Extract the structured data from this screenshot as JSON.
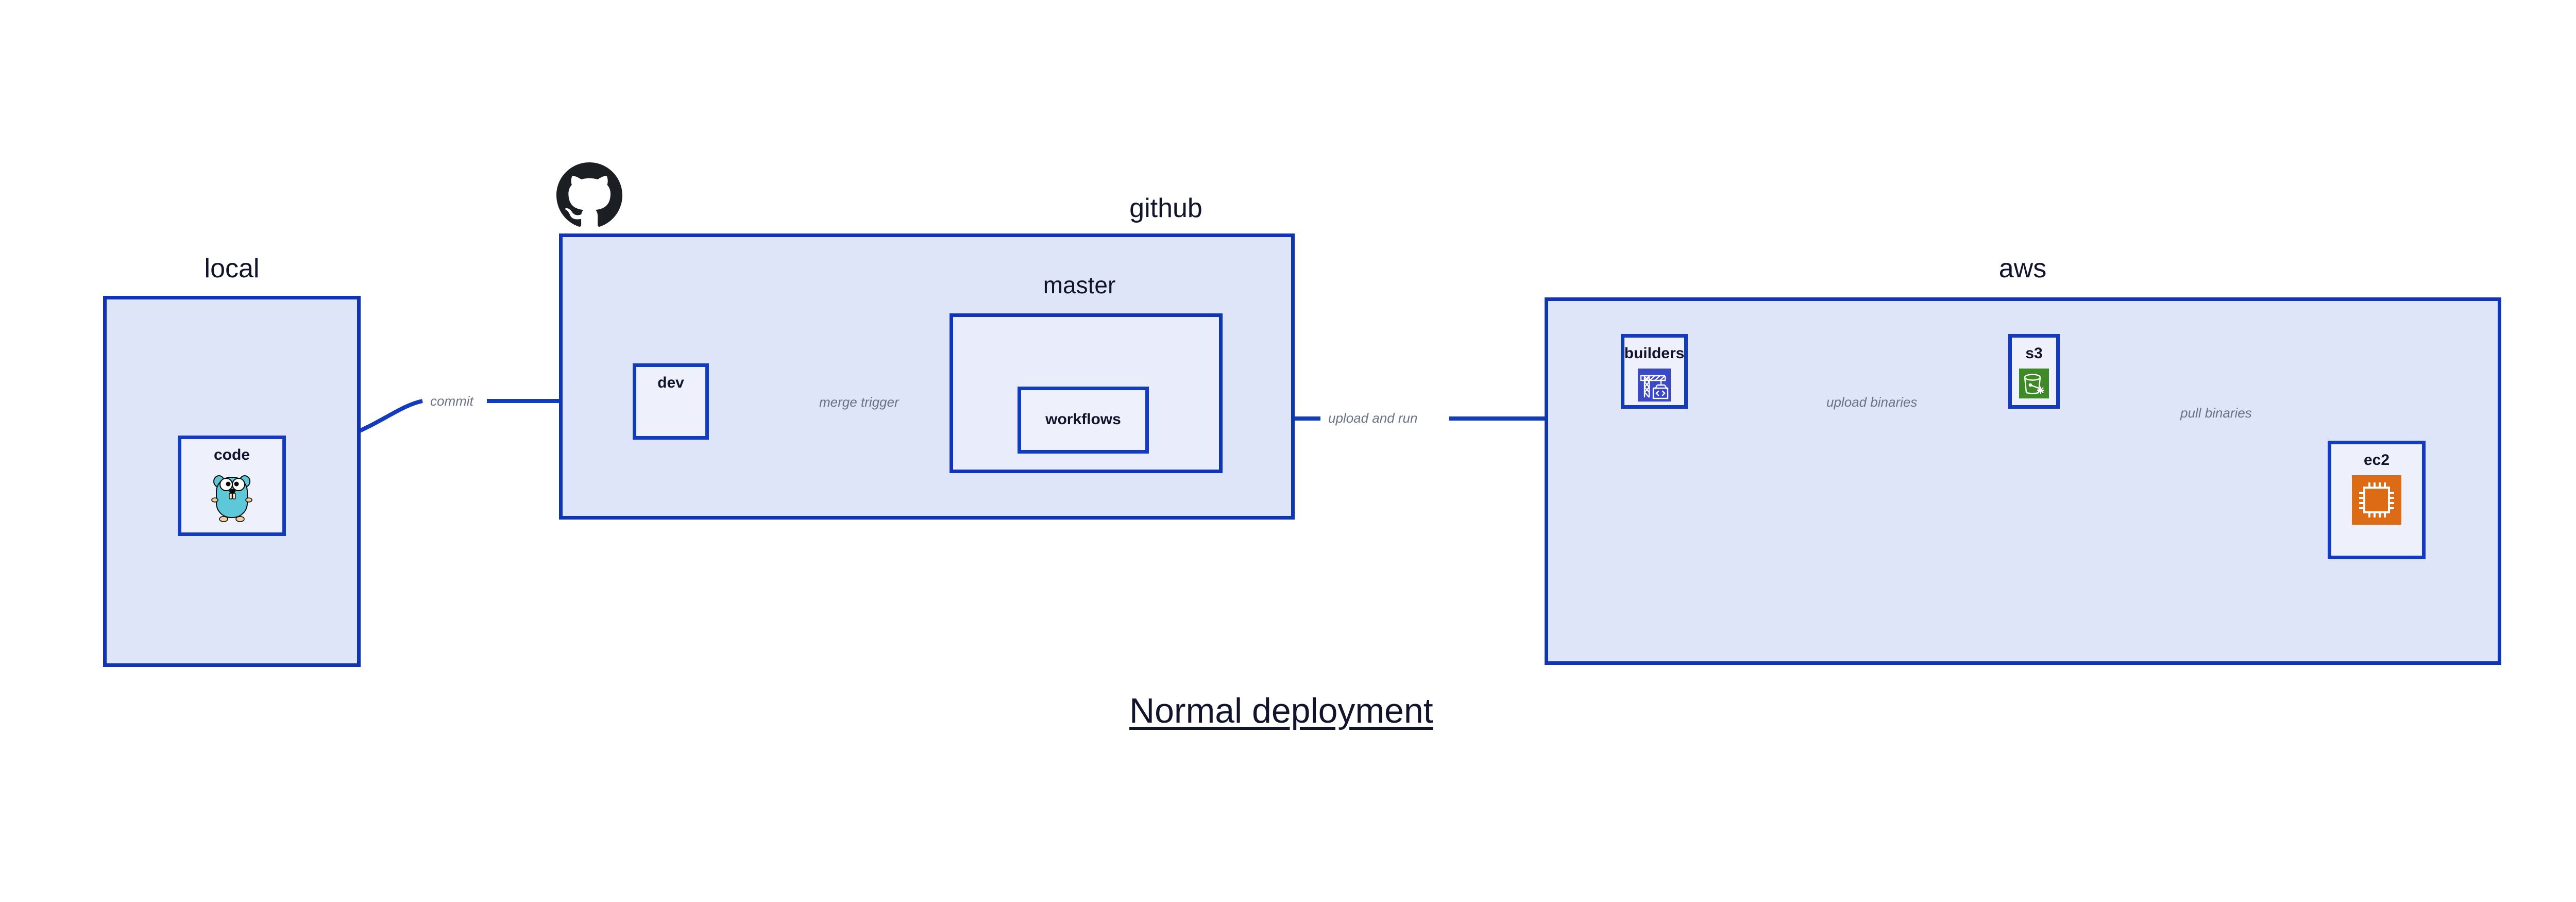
{
  "diagram": {
    "title": "Normal deployment",
    "accent_border": "#133bbd",
    "group_fill": "#dfe5f9",
    "inner_group_fill": "#e9edfb",
    "node_fill": "#eef1fc",
    "edge_label_color": "#6a7285",
    "text_color": "#11142b"
  },
  "groups": {
    "local": {
      "title": "local"
    },
    "github": {
      "title": "github",
      "logo": "github-octocat-icon"
    },
    "master": {
      "title": "master"
    },
    "aws": {
      "title": "aws"
    }
  },
  "nodes": {
    "code": {
      "label": "code",
      "icon": "go-gopher-icon"
    },
    "dev": {
      "label": "dev",
      "icon": ""
    },
    "workflows": {
      "label": "workflows",
      "icon": ""
    },
    "builders": {
      "label": "builders",
      "icon": "aws-builders-crane-icon",
      "icon_color": "#3b49c6"
    },
    "s3": {
      "label": "s3",
      "icon": "aws-s3-bucket-icon",
      "icon_color": "#3d8a26"
    },
    "ec2": {
      "label": "ec2",
      "icon": "aws-ec2-chip-icon",
      "icon_color": "#dd6b16"
    }
  },
  "edges": [
    {
      "id": "commit",
      "label": "commit",
      "from": "code",
      "to": "dev"
    },
    {
      "id": "merge-trigger",
      "label": "merge trigger",
      "from": "dev",
      "to": "workflows"
    },
    {
      "id": "upload-and-run",
      "label": "upload and run",
      "from": "workflows",
      "to": "builders"
    },
    {
      "id": "upload-binaries",
      "label": "upload binaries",
      "from": "builders",
      "to": "s3"
    },
    {
      "id": "pull-binaries",
      "label": "pull binaries",
      "from": "s3",
      "to": "ec2"
    }
  ]
}
